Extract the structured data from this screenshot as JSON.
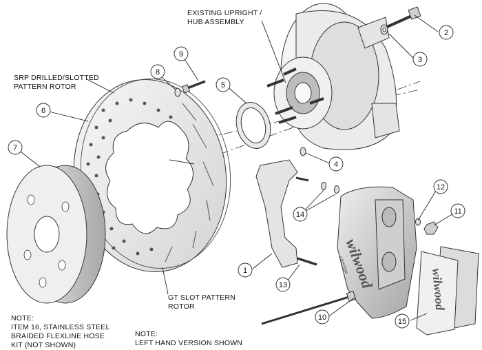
{
  "callouts": {
    "c1": "1",
    "c2": "2",
    "c3": "3",
    "c4": "4",
    "c5": "5",
    "c6": "6",
    "c7": "7",
    "c8": "8",
    "c9": "9",
    "c10": "10",
    "c11": "11",
    "c12": "12",
    "c13": "13",
    "c14": "14",
    "c15": "15"
  },
  "labels": {
    "upright_1": "EXISTING UPRIGHT /",
    "upright_2": "HUB ASSEMBLY",
    "rotor_1": "SRP DRILLED/SLOTTED",
    "rotor_2": "PATTERN ROTOR",
    "gt_1": "GT SLOT PATTERN",
    "gt_2": "ROTOR",
    "note1_1": "NOTE:",
    "note1_2": "ITEM 16, STAINLESS STEEL",
    "note1_3": "BRAIDED FLEXLINE HOSE",
    "note1_4": "KIT (NOT SHOWN)",
    "note2_1": "NOTE:",
    "note2_2": "LEFT HAND VERSION SHOWN"
  },
  "branding": {
    "caliper_logo": "wilwood",
    "caliper_sub": "4 PISTON",
    "pad_logo": "wilwood"
  },
  "colors": {
    "line": "#222222",
    "part_light": "#f2f2f2",
    "part_mid": "#d9d9d9",
    "part_dark": "#9a9a9a"
  }
}
